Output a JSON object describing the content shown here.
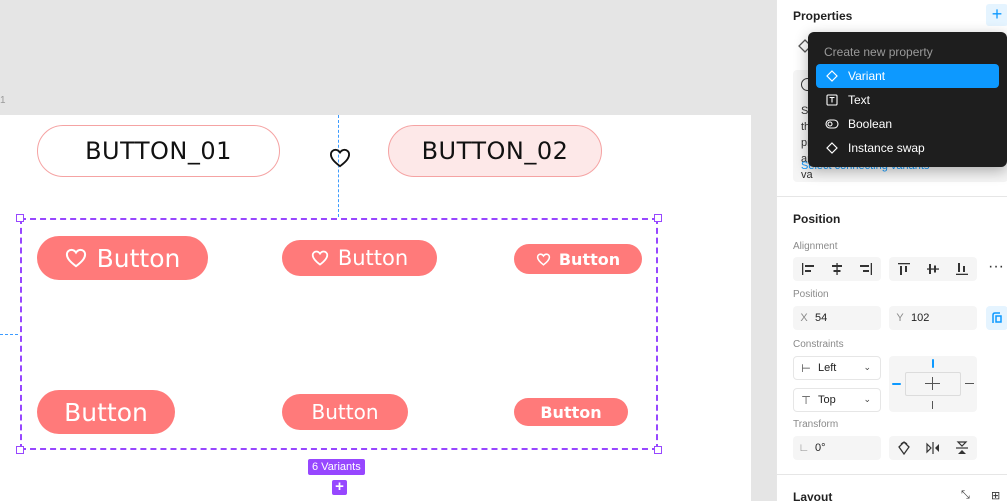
{
  "canvas": {
    "ruler_number": "1",
    "master_buttons": [
      "BUTTON_01",
      "BUTTON_02"
    ],
    "variant_buttons": [
      "Button",
      "Button",
      "Button",
      "Button",
      "Button",
      "Button"
    ],
    "variants_label": "6 Variants",
    "add_variant_symbol": "+"
  },
  "panel": {
    "properties": {
      "title": "Properties",
      "add_symbol": "+",
      "info_text": "Select the properties and values",
      "info_link": "Select connecting variants"
    },
    "position": {
      "title": "Position",
      "alignment_label": "Alignment",
      "more_symbol": "···",
      "position_label": "Position",
      "x_prefix": "X",
      "x_value": "54",
      "y_prefix": "Y",
      "y_value": "102",
      "constraints_label": "Constraints",
      "constraint_horizontal": "Left",
      "constraint_vertical": "Top",
      "transform_label": "Transform",
      "rotation_value": "0°"
    },
    "layout": {
      "title": "Layout"
    }
  },
  "dropdown": {
    "header": "Create new property",
    "items": [
      {
        "label": "Variant",
        "icon": "diamond-icon",
        "active": true
      },
      {
        "label": "Text",
        "icon": "text-box-icon",
        "active": false
      },
      {
        "label": "Boolean",
        "icon": "toggle-icon",
        "active": false
      },
      {
        "label": "Instance swap",
        "icon": "diamond-icon",
        "active": false
      }
    ]
  },
  "colors": {
    "accent": "#0d99ff",
    "component_purple": "#9747ff",
    "button_fill": "#ff7a7a",
    "master_border": "#f5a3a3"
  }
}
